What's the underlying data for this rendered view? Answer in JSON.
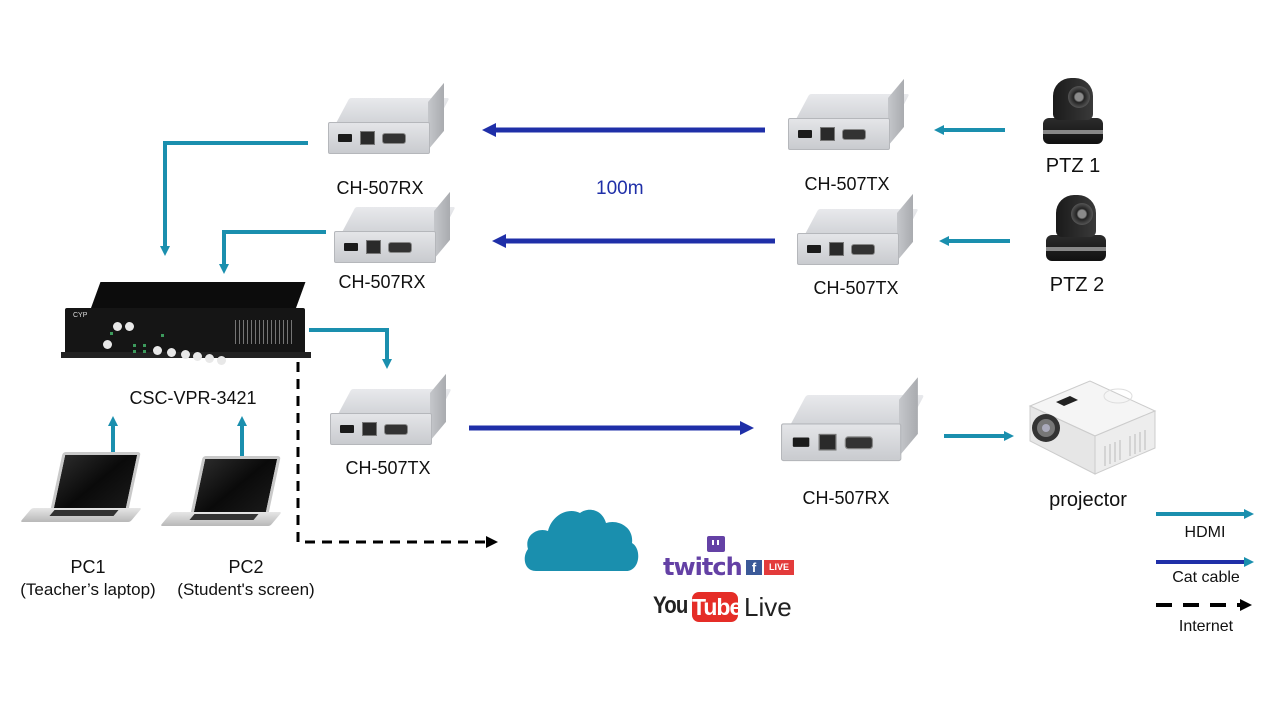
{
  "title": "CSC-VPR-3421 lecture capture and streaming system diagram",
  "colors": {
    "hdmi": "#1a8fae",
    "cat_cable": "#1f2fa8",
    "internet": "#000000",
    "distance_label": "#1f2fa8"
  },
  "devices": {
    "rx_top": "CH-507RX",
    "rx_mid": "CH-507RX",
    "tx_top": "CH-507TX",
    "tx_mid": "CH-507TX",
    "tx_bottom": "CH-507TX",
    "rx_bottom": "CH-507RX",
    "switcher": "CSC-VPR-3421",
    "ptz1": "PTZ 1",
    "ptz2": "PTZ 2",
    "projector": "projector",
    "pc1": "PC1",
    "pc1_desc": "(Teacher’s laptop)",
    "pc2": "PC2",
    "pc2_desc": "(Student's screen)"
  },
  "distance": "100m",
  "switcher_brand": "CYP",
  "streaming": {
    "twitch": "twitch",
    "facebook_f": "f",
    "facebook_live": "LIVE",
    "youtube_you": "You",
    "youtube_tube": "Tube",
    "youtube_live": "Live"
  },
  "legend": [
    {
      "label": "HDMI",
      "style": "solid",
      "color_key": "hdmi"
    },
    {
      "label": "Cat cable",
      "style": "solid",
      "color_key": "cat_cable"
    },
    {
      "label": "Internet",
      "style": "dashed",
      "color_key": "internet"
    }
  ]
}
